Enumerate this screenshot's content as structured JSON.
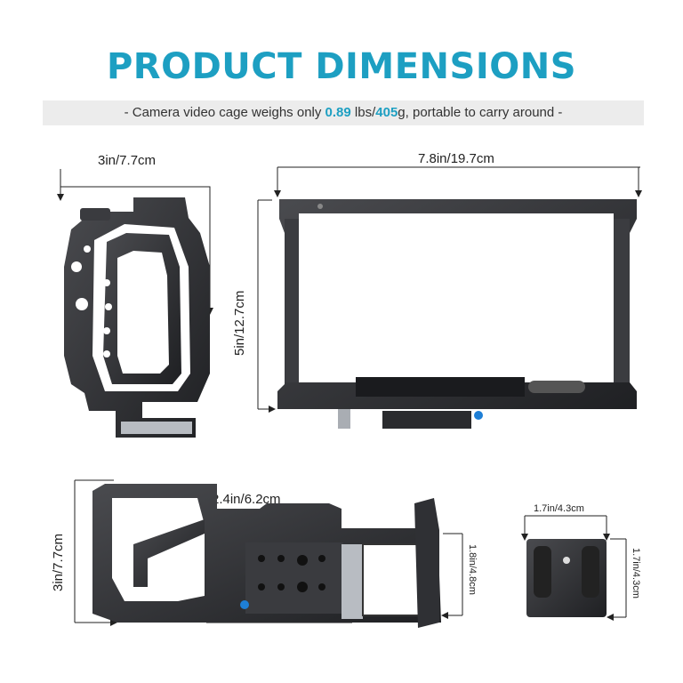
{
  "title": "PRODUCT DIMENSIONS",
  "subtitle": {
    "prefix": "- Camera video cage weighs only ",
    "weight_lbs": "0.89",
    "lbs_unit": " lbs/",
    "weight_g": "405",
    "suffix": "g, portable to carry around -"
  },
  "dimensions": {
    "side_width": "3in/7.7cm",
    "front_width": "7.8in/19.7cm",
    "front_height": "5in/12.7cm",
    "bottom_height": "3in/7.7cm",
    "bottom_width": "2.4in/6.2cm",
    "bottom_plate_height": "1.8in/4.8cm",
    "plate_width": "1.7in/4.3cm",
    "plate_height": "1.7in/4.3cm"
  },
  "colors": {
    "title": "#1d9fc2",
    "metal": "#2c2d30",
    "accent_blue": "#1e7fd6"
  }
}
